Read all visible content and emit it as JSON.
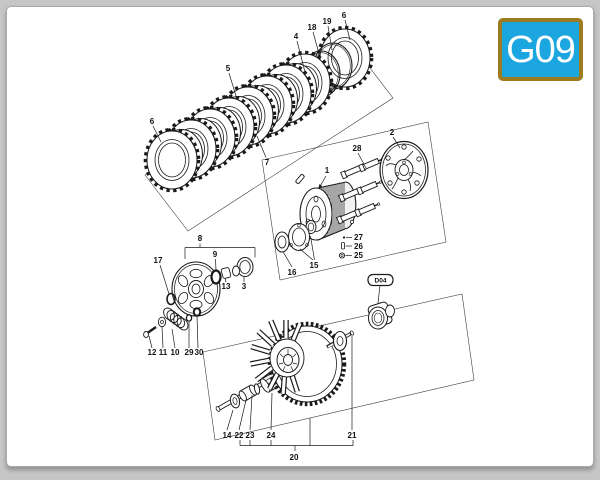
{
  "window": {
    "background_color": "#c6c6c6",
    "canvas_color": "#ffffff",
    "canvas_border_color": "#a9a9a9"
  },
  "badge": {
    "label": "G09",
    "fill_color": "#1ba6e0",
    "border_color": "#9c7c1e",
    "text_color": "#ffffff"
  },
  "diagram": {
    "description": "Exploded parts diagram of a clutch assembly",
    "line_color": "#1a1a1a",
    "ref_box": {
      "label": "D04"
    },
    "callouts": {
      "1": "1",
      "2": "2",
      "3": "3",
      "4": "4",
      "5": "5",
      "6a": "6",
      "6b": "6",
      "7": "7",
      "8": "8",
      "9": "9",
      "10": "10",
      "11": "11",
      "12": "12",
      "13": "13",
      "14": "14",
      "15": "15",
      "16": "16",
      "17": "17",
      "18": "18",
      "19": "19",
      "20": "20",
      "21": "21",
      "22": "22",
      "23": "23",
      "24": "24",
      "25": "25",
      "26": "26",
      "27": "27",
      "28": "28",
      "29": "29",
      "30": "30"
    }
  }
}
